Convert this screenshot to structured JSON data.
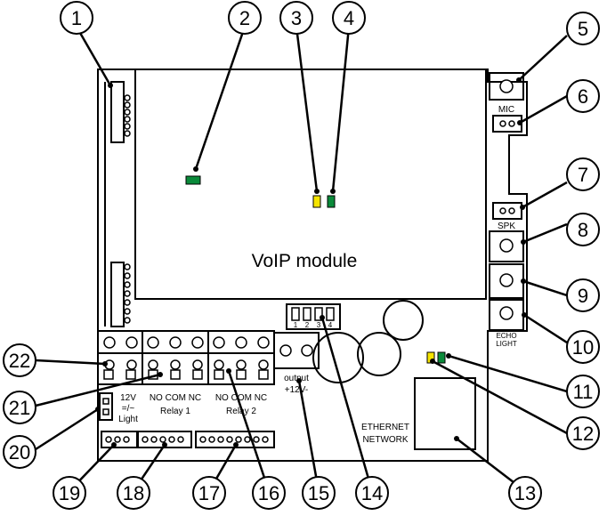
{
  "diagram": {
    "module_label": "VoIP module",
    "mic_label": "MIC",
    "spk_label": "SPK",
    "echo_label_line1": "ECHO",
    "echo_label_line2": "LIGHT",
    "dip_numbers": [
      "1",
      "2",
      "3",
      "4"
    ],
    "output_line1": "output",
    "output_line2": "+12V-",
    "relay1_terms": "NO COM NC",
    "relay1_name": "Relay 1",
    "relay2_terms": "NO COM NC",
    "relay2_name": "Relay 2",
    "light_line1": "12V",
    "light_line2": "=/~",
    "light_line3": "Light",
    "ethernet_line1": "ETHERNET",
    "ethernet_line2": "NETWORK",
    "callouts": [
      "1",
      "2",
      "3",
      "4",
      "5",
      "6",
      "7",
      "8",
      "9",
      "10",
      "11",
      "12",
      "13",
      "14",
      "15",
      "16",
      "17",
      "18",
      "19",
      "20",
      "21",
      "22"
    ],
    "colors": {
      "led_green": "#0a8a3a",
      "led_yellow": "#f5e400",
      "outline": "#000000"
    }
  }
}
